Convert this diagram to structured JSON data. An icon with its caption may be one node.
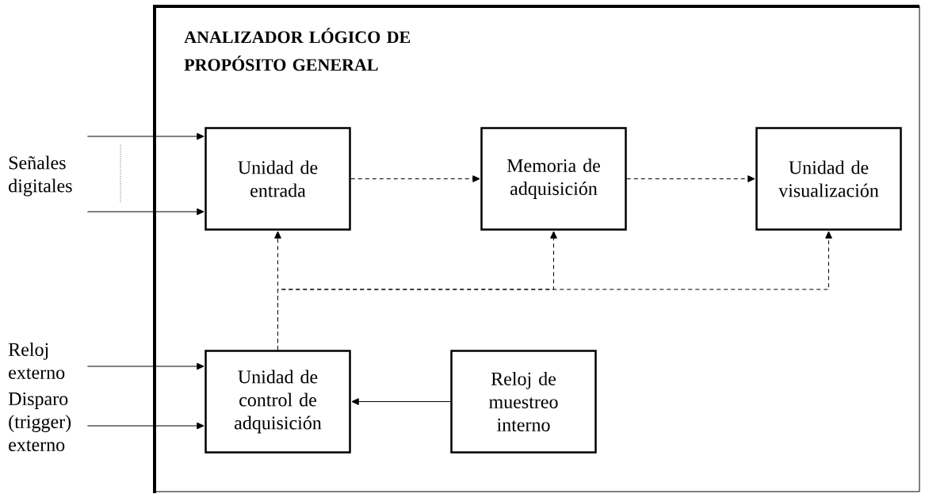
{
  "diagram": {
    "nodes": [
      {
        "text": [
          "ANALIZADOR LÓGICO DE PROPÓSITO GENERAL"
        ]
      },
      {
        "text": [
          "Unidad de entrada"
        ],
        "in": 0
      },
      {
        "text": [
          "Memoria de adquisición"
        ],
        "in": 0
      },
      {
        "text": [
          "Unidad de visualización"
        ],
        "in": 0
      },
      {
        "text": [
          "Unidad de control de adquisición"
        ],
        "in": 0
      },
      {
        "text": [
          "Reloj de muestreo interno"
        ],
        "in": 0
      },
      {
        "text": [
          "Señales digitales"
        ]
      },
      {
        "text": [
          "Reloj externo"
        ]
      },
      {
        "text": [
          "Disparo (trigger) externo"
        ]
      }
    ],
    "edges": [
      {
        "from": 6,
        "to": 1,
        "arrow": "to"
      },
      {
        "from": 6,
        "to": 1,
        "arrow": "to"
      },
      {
        "from": 1,
        "to": 2,
        "arrow": "to",
        "style": "dashed"
      },
      {
        "from": 2,
        "to": 3,
        "arrow": "to",
        "style": "dashed"
      },
      {
        "from": 4,
        "to": 1,
        "arrow": "to",
        "style": "dashed"
      },
      {
        "from": 4,
        "to": 2,
        "arrow": "to",
        "style": "dashed"
      },
      {
        "from": 4,
        "to": 3,
        "arrow": "to",
        "style": "dashed"
      },
      {
        "from": 7,
        "to": 4,
        "arrow": "to"
      },
      {
        "from": 8,
        "to": 4,
        "arrow": "to"
      },
      {
        "from": 5,
        "to": 4,
        "arrow": "to"
      }
    ]
  }
}
